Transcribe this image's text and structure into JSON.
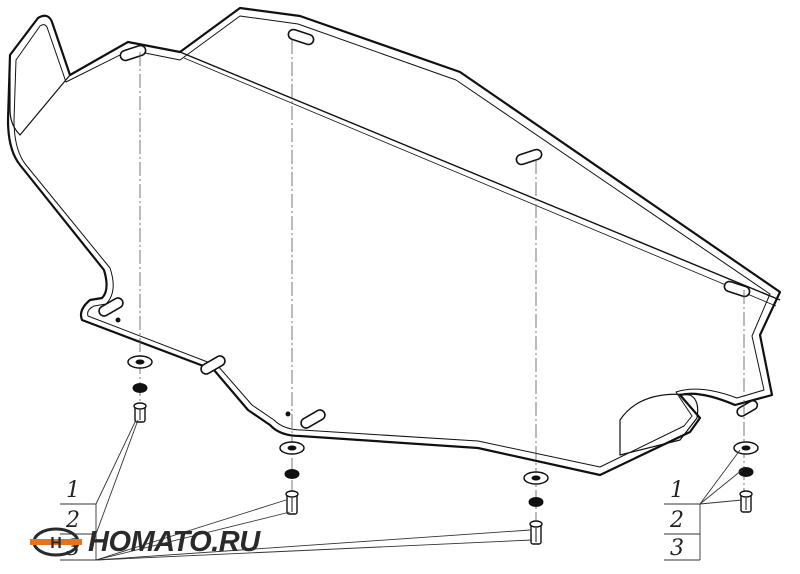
{
  "callouts": {
    "left": [
      "1",
      "2",
      "3"
    ],
    "right": [
      "1",
      "2",
      "3"
    ]
  },
  "watermark": {
    "text": "HOMATO.RU",
    "accent_color": "#e8731c",
    "dark_color": "#2a2a2a"
  },
  "colors": {
    "line": "#111111",
    "leader": "#333333"
  }
}
